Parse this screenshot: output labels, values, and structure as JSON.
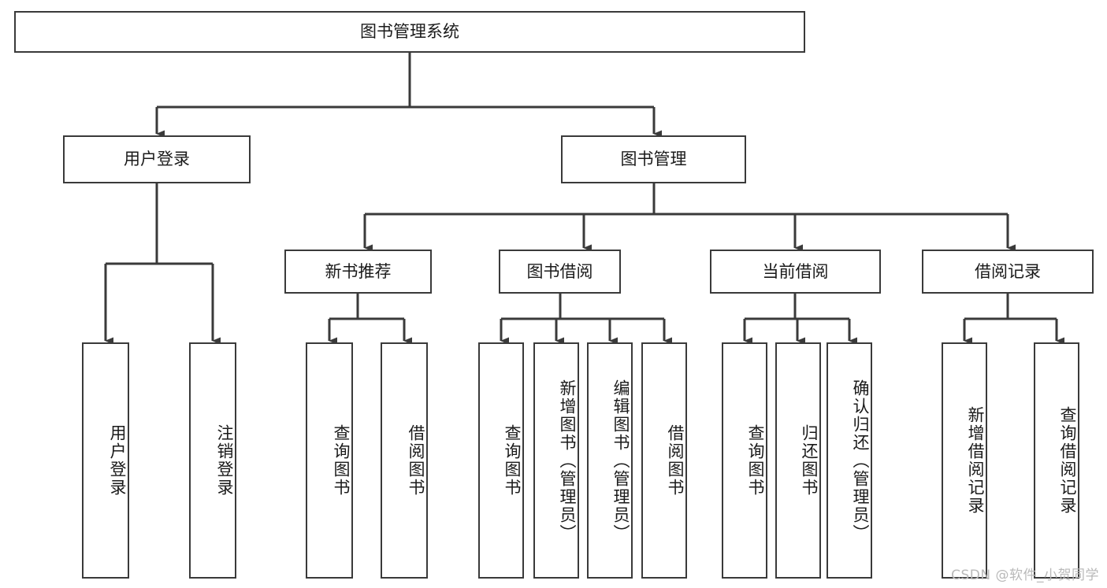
{
  "diagram": {
    "title": "图书管理系统",
    "type": "tree",
    "orientation": "top-down",
    "colors": {
      "stroke": "#3a3a3a",
      "fill": "#ffffff",
      "text": "#1a1a1a",
      "watermark": "#b9b9b9"
    },
    "watermark": "CSDN @软件_小贺同学"
  },
  "nodes": {
    "root": {
      "label": "图书管理系统"
    },
    "level2": [
      {
        "id": "user-login",
        "label": "用户登录"
      },
      {
        "id": "book-manage",
        "label": "图书管理"
      }
    ],
    "level3": [
      {
        "id": "new-book-rec",
        "label": "新书推荐"
      },
      {
        "id": "book-borrow",
        "label": "图书借阅"
      },
      {
        "id": "current-borrow",
        "label": "当前借阅"
      },
      {
        "id": "borrow-record",
        "label": "借阅记录"
      }
    ],
    "leaves": {
      "user_login": [
        {
          "id": "leaf-user-login",
          "label": "用户登录"
        },
        {
          "id": "leaf-user-logout",
          "label": "注销登录"
        }
      ],
      "new_book_rec": [
        {
          "id": "leaf-query-book-1",
          "label": "查询图书"
        },
        {
          "id": "leaf-borrow-book-1",
          "label": "借阅图书"
        }
      ],
      "book_borrow": [
        {
          "id": "leaf-query-book-2",
          "label": "查询图书"
        },
        {
          "id": "leaf-add-book",
          "label": "新增图书（管理员）"
        },
        {
          "id": "leaf-edit-book",
          "label": "编辑图书（管理员）"
        },
        {
          "id": "leaf-borrow-book-2",
          "label": "借阅图书"
        }
      ],
      "current_borrow": [
        {
          "id": "leaf-query-book-3",
          "label": "查询图书"
        },
        {
          "id": "leaf-return-book",
          "label": "归还图书"
        },
        {
          "id": "leaf-confirm-return",
          "label": "确认归还（管理员）"
        }
      ],
      "borrow_record": [
        {
          "id": "leaf-add-record",
          "label": "新增借阅记录"
        },
        {
          "id": "leaf-query-record",
          "label": "查询借阅记录"
        }
      ]
    }
  }
}
